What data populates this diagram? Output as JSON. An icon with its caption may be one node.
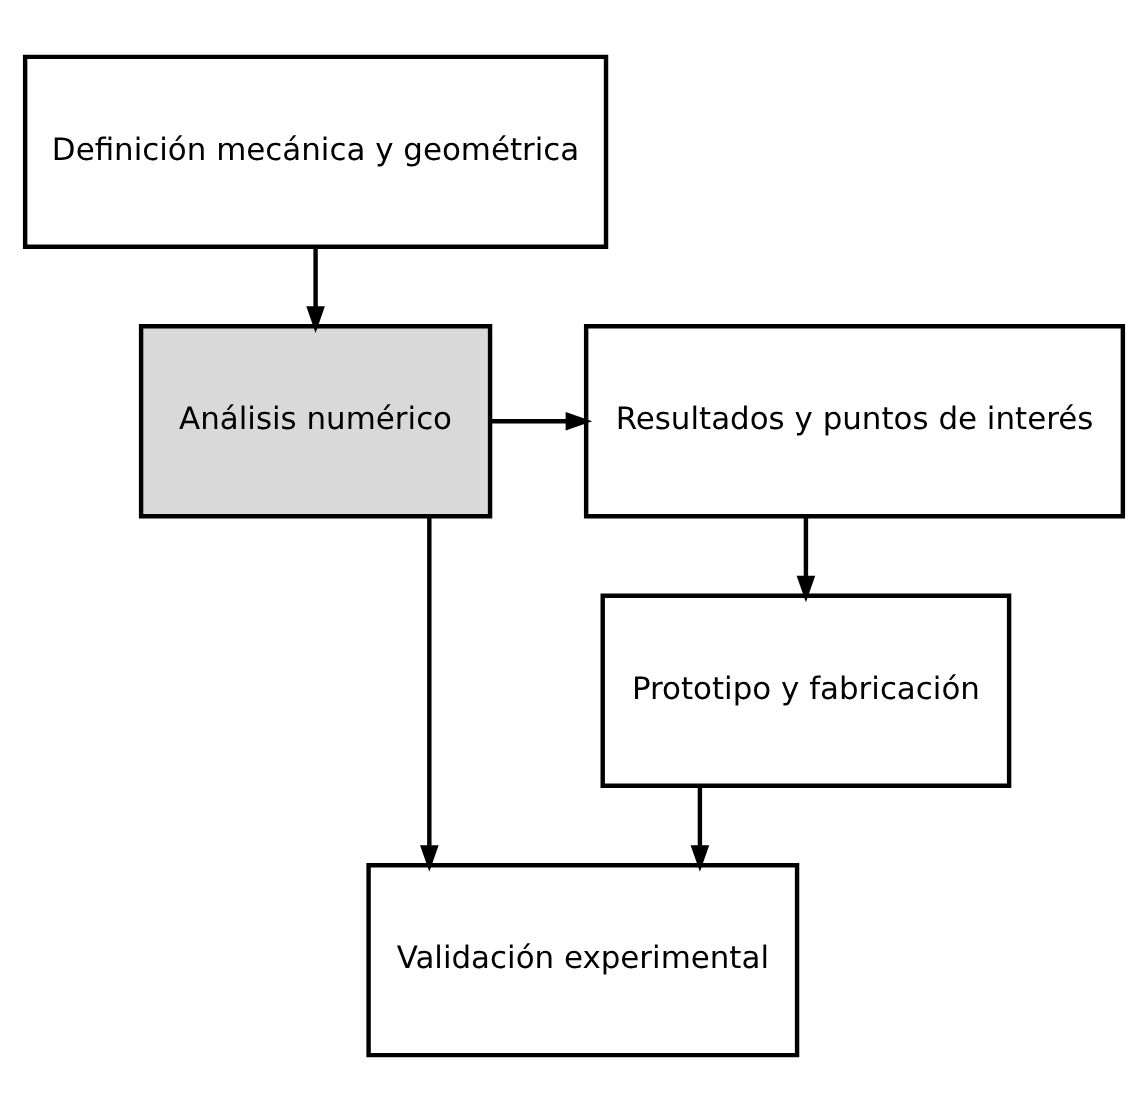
{
  "diagram": {
    "nodes": [
      {
        "text": [
          "Definición mecánica y geométrica"
        ]
      },
      {
        "text": [
          "Análisis numérico"
        ]
      },
      {
        "text": [
          "Resultados y puntos de interés"
        ]
      },
      {
        "text": [
          "Prototipo y fabricación"
        ]
      },
      {
        "text": [
          "Validación experimental"
        ]
      }
    ],
    "edges": [
      {
        "from": 0,
        "to": 1,
        "arrow": "to"
      },
      {
        "from": 1,
        "to": 2,
        "arrow": "to"
      },
      {
        "from": 2,
        "to": 3,
        "arrow": "to"
      },
      {
        "from": 1,
        "to": 4,
        "arrow": "to"
      },
      {
        "from": 3,
        "to": 4,
        "arrow": "to"
      }
    ]
  }
}
